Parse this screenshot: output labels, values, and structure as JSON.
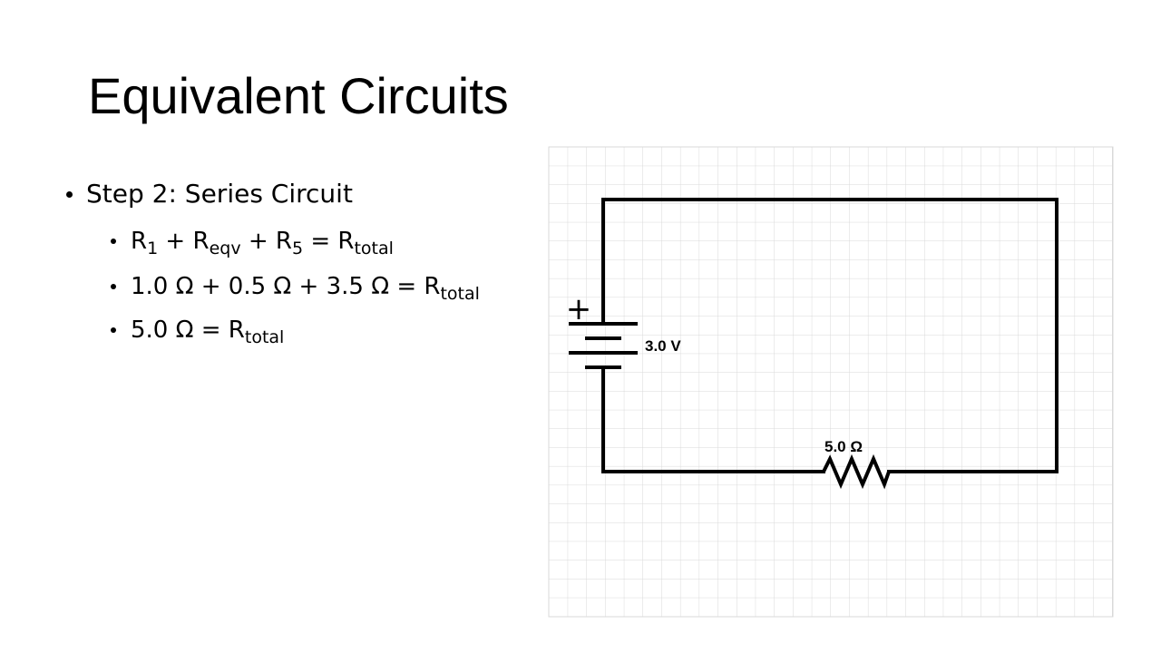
{
  "slide": {
    "title": "Equivalent Circuits"
  },
  "bullets": {
    "step": "Step 2: Series Circuit",
    "formula": {
      "r1": "R",
      "r1_sub": "1",
      "plus1": " + ",
      "req": "R",
      "req_sub": "eqv",
      "plus2": " + ",
      "r5": "R",
      "r5_sub": "5",
      "eq": " = ",
      "rt": "R",
      "rt_sub": "total"
    },
    "substitution": {
      "lhs": "1.0 Ω + 0.5 Ω + 3.5 Ω = ",
      "rt": "R",
      "rt_sub": "total"
    },
    "result": {
      "lhs": "5.0 Ω = ",
      "rt": "R",
      "rt_sub": "total"
    }
  },
  "circuit": {
    "battery_polarity": "+",
    "battery_label": "3.0 V",
    "resistor_label": "5.0 Ω",
    "grid_color": "#d9d9d9",
    "wire_color": "#000000"
  }
}
